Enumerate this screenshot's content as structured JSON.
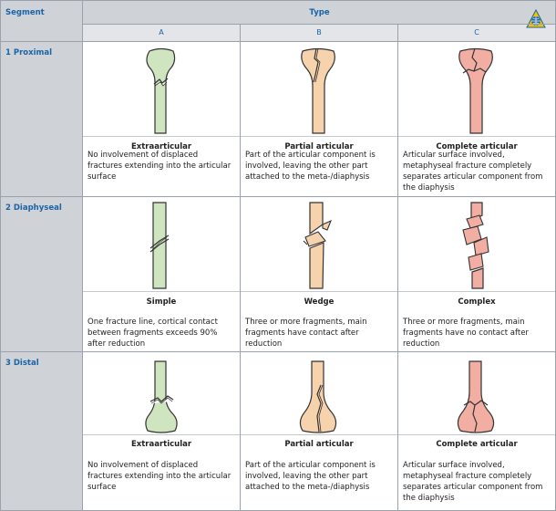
{
  "header": {
    "segment_label": "Segment",
    "type_label": "Type",
    "columns": [
      "A",
      "B",
      "C"
    ]
  },
  "segments": [
    {
      "name": "1 Proximal",
      "cells": [
        {
          "title": "Extraarticular",
          "desc": "No involvement of displaced fractures extending into the articular surface"
        },
        {
          "title": "Partial articular",
          "desc": "Part of the articular component is involved, leaving the other part attached to the meta-/diaphysis"
        },
        {
          "title": "Complete articular",
          "desc": "Articular surface involved, metaphyseal fracture completely separates articular component from the diaphysis"
        }
      ]
    },
    {
      "name": "2 Diaphyseal",
      "cells": [
        {
          "title": "Simple",
          "desc": "One fracture line, cortical contact between fragments exceeds 90% after reduction"
        },
        {
          "title": "Wedge",
          "desc": "Three or more fragments, main fragments have contact after reduction"
        },
        {
          "title": "Complex",
          "desc": "Three or more fragments, main fragments have no contact after reduction"
        }
      ]
    },
    {
      "name": "3 Distal",
      "cells": [
        {
          "title": "Extraarticular",
          "desc": "No involvement of displaced fractures extending into the articular surface"
        },
        {
          "title": "Partial articular",
          "desc": "Part of the articular component is involved, leaving the other part attached to the meta-/diaphysis"
        },
        {
          "title": "Complete articular",
          "desc": "Articular surface involved, metaphyseal fracture completely separates articular component from the diaphysis"
        }
      ]
    }
  ],
  "colors": {
    "type_a": "#cfe5c0",
    "type_b": "#f6d3ac",
    "type_c": "#f2aea2",
    "accent": "#1a64a8",
    "header_bg": "#cfd2d6"
  },
  "icons": {
    "logo": "ao-triangle-globe-icon"
  }
}
